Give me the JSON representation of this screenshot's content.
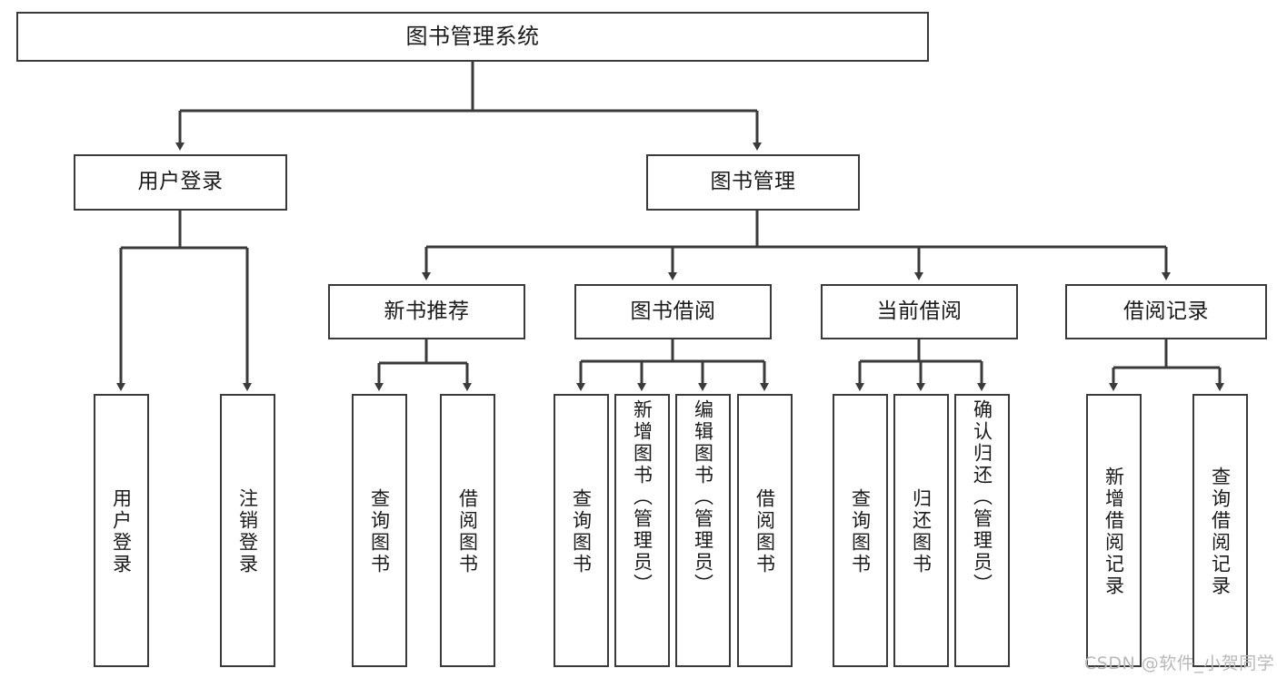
{
  "diagram": {
    "title": "图书管理系统",
    "type": "tree",
    "colors": {
      "stroke": "#3a3a3a",
      "fill": "#ffffff",
      "text": "#1a1a1a",
      "watermark": "#b9b9b9"
    },
    "watermark": "CSDN @软件_小贺同学",
    "nodes": {
      "root": {
        "label": "图书管理系统"
      },
      "level2": [
        {
          "id": "user-login",
          "label": "用户登录"
        },
        {
          "id": "book-manage",
          "label": "图书管理"
        }
      ],
      "level3": [
        {
          "id": "new-book-recommend",
          "label": "新书推荐"
        },
        {
          "id": "book-borrow",
          "label": "图书借阅"
        },
        {
          "id": "current-borrow",
          "label": "当前借阅"
        },
        {
          "id": "borrow-record",
          "label": "借阅记录"
        }
      ],
      "leaves": {
        "user_login": [
          {
            "id": "leaf-user-login",
            "label": "用户登录"
          },
          {
            "id": "leaf-logout",
            "label": "注销登录"
          }
        ],
        "new_book_recommend": [
          {
            "id": "leaf-query-book-1",
            "label": "查询图书"
          },
          {
            "id": "leaf-borrow-book-1",
            "label": "借阅图书"
          }
        ],
        "book_borrow": [
          {
            "id": "leaf-query-book-2",
            "label": "查询图书"
          },
          {
            "id": "leaf-add-book",
            "label": "新增图书（管理员）"
          },
          {
            "id": "leaf-edit-book",
            "label": "编辑图书（管理员）"
          },
          {
            "id": "leaf-borrow-book-2",
            "label": "借阅图书"
          }
        ],
        "current_borrow": [
          {
            "id": "leaf-query-book-3",
            "label": "查询图书"
          },
          {
            "id": "leaf-return-book",
            "label": "归还图书"
          },
          {
            "id": "leaf-confirm-return",
            "label": "确认归还（管理员）"
          }
        ],
        "borrow_record": [
          {
            "id": "leaf-add-record",
            "label": "新增借阅记录"
          },
          {
            "id": "leaf-query-record",
            "label": "查询借阅记录"
          }
        ]
      }
    }
  }
}
